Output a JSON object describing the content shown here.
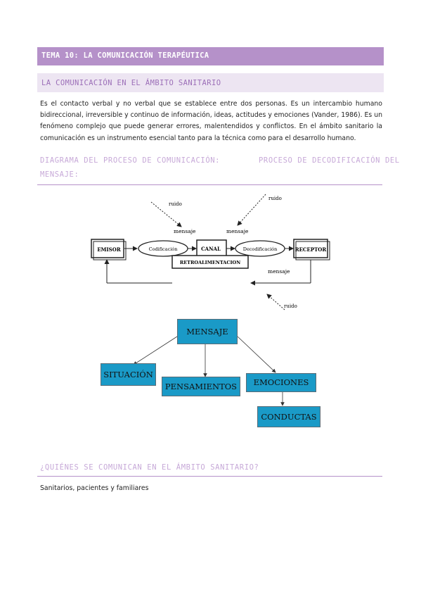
{
  "header": {
    "title": "TEMA 10: LA COMUNICACIÓN TERAPÉUTICA"
  },
  "section1": {
    "heading": "LA COMUNICACIÓN EN EL ÁMBITO SANITARIO",
    "paragraph": "Es el contacto verbal y no verbal que se establece entre dos personas. Es un intercambio humano bidireccional, irreversible y continuo de información, ideas, actitudes y emociones (Vander, 1986). Es un fenómeno complejo que puede generar errores, malentendidos y conflictos. En el ámbito sanitario la comunicación es un instrumento esencial tanto para la técnica como para el desarrollo humano."
  },
  "diagram_heading": {
    "left": "DIAGRAMA DEL PROCESO DE COMUNICACIÓN:",
    "right": "PROCESO DE DECODIFICACIÓN DEL",
    "continuation": "MENSAJE:"
  },
  "process_diagram": {
    "emisor": "EMISOR",
    "codificacion": "Codificación",
    "canal": "CANAL",
    "decodificacion": "Decodificación",
    "receptor": "RECEPTOR",
    "retroalimentacion": "RETROALIMENTACION",
    "ruido_1": "ruido",
    "ruido_2": "ruido",
    "ruido_3": "ruido",
    "mensaje_1": "mensaje",
    "mensaje_2": "mensaje",
    "mensaje_3": "mensaje"
  },
  "decoding_diagram": {
    "mensaje": "MENSAJE",
    "situacion": "SITUACIÓN",
    "pensamientos": "PENSAMIENTOS",
    "emociones": "EMOCIONES",
    "conductas": "CONDUCTAS",
    "box_color": "#1a9ac7"
  },
  "section2": {
    "heading": "¿QUIÉNES SE COMUNICAN EN EL ÁMBITO SANITARIO?",
    "answer": "Sanitarios, pacientes y familiares"
  },
  "colors": {
    "accent": "#b591c9",
    "accent_light": "#ede5f2",
    "heading_text": "#9c6fb8"
  }
}
